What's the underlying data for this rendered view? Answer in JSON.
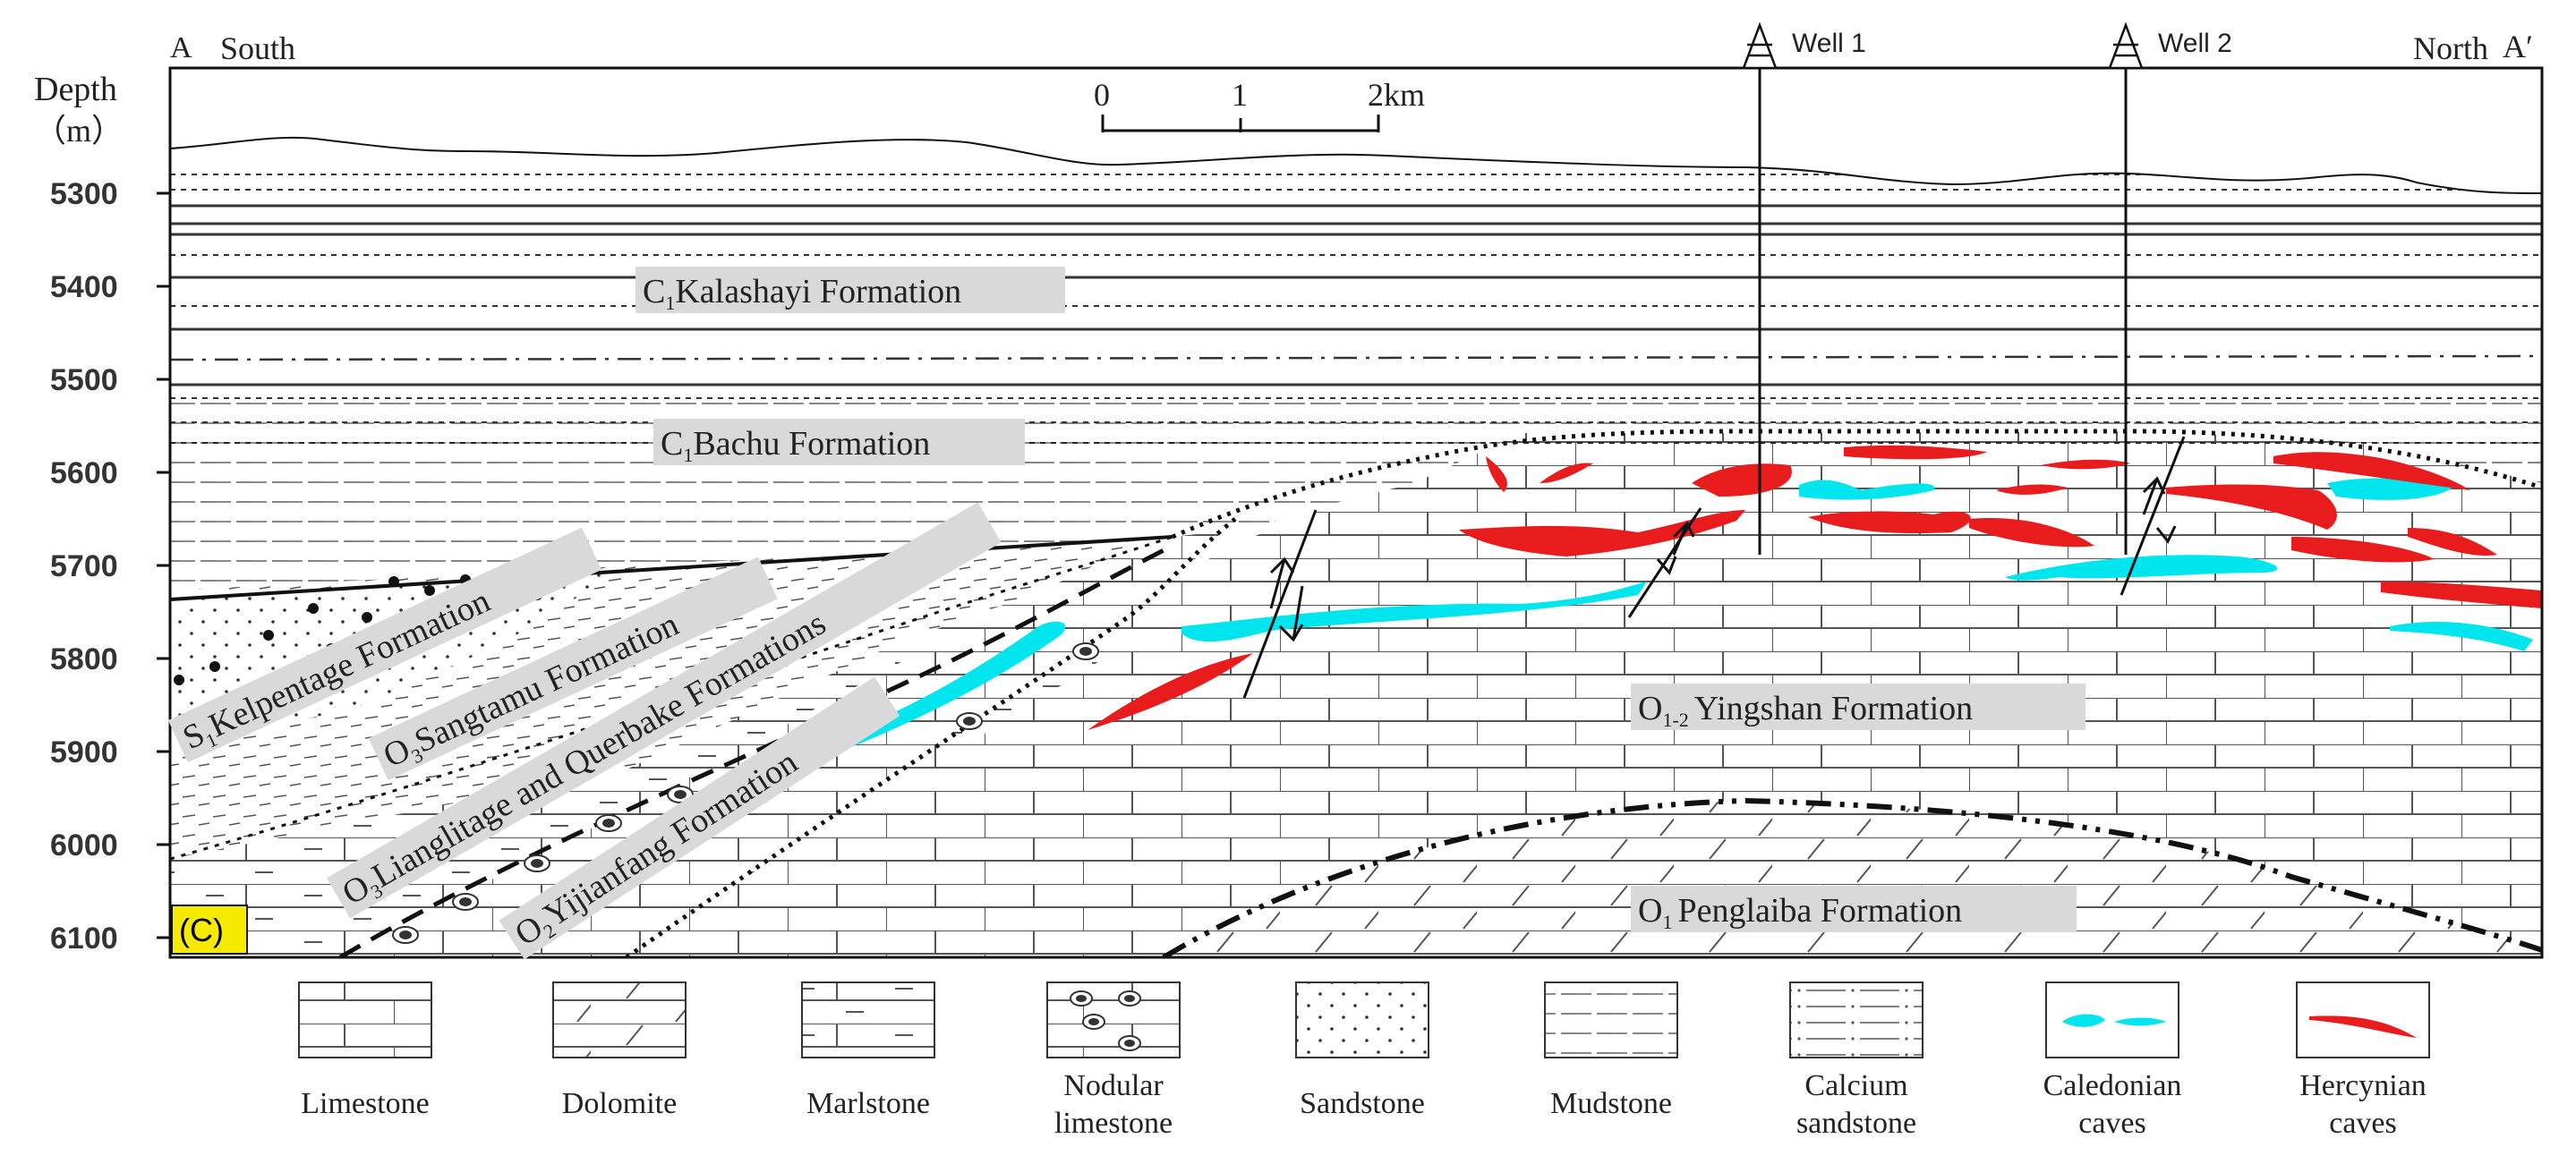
{
  "section": {
    "start_letter": "A",
    "start_side": "South",
    "end_side": "North",
    "end_letter": "A′",
    "panel_tag": "(C)"
  },
  "depth_axis": {
    "title_line1": "Depth",
    "title_line2": "（m）",
    "ticks": [
      "5300",
      "5400",
      "5500",
      "5600",
      "5700",
      "5800",
      "5900",
      "6000",
      "6100"
    ]
  },
  "scale_bar": {
    "labels": [
      "0",
      "1",
      "2km"
    ]
  },
  "wells": [
    {
      "name": "Well 1"
    },
    {
      "name": "Well 2"
    }
  ],
  "formations": {
    "kalashayi": {
      "sym": "C",
      "sub": "1",
      "name": "Kalashayi Formation"
    },
    "bachu": {
      "sym": "C",
      "sub": "1",
      "name": "Bachu Formation"
    },
    "kelpentage": {
      "sym": "S",
      "sub": "1",
      "name": "Kelpentage Formation"
    },
    "sangtamu": {
      "sym": "O",
      "sub": "3",
      "name": "Sangtamu Formation"
    },
    "lianglitage": {
      "sym": "O",
      "sub": "3",
      "name": "Lianglitage and Querbake Formations"
    },
    "yijianfang": {
      "sym": "O",
      "sub": "2",
      "name": "Yijianfang Formation"
    },
    "yingshan": {
      "sym": "O",
      "sub": "1-2",
      "name": "Yingshan Formation"
    },
    "penglaiba": {
      "sym": "O",
      "sub": "1",
      "name": "Penglaiba Formation"
    }
  },
  "legend": [
    {
      "line1": "Limestone",
      "line2": ""
    },
    {
      "line1": "Dolomite",
      "line2": ""
    },
    {
      "line1": "Marlstone",
      "line2": ""
    },
    {
      "line1": "Nodular",
      "line2": "limestone"
    },
    {
      "line1": "Sandstone",
      "line2": ""
    },
    {
      "line1": "Mudstone",
      "line2": ""
    },
    {
      "line1": "Calcium",
      "line2": "sandstone"
    },
    {
      "line1": "Caledonian",
      "line2": "caves"
    },
    {
      "line1": "Hercynian",
      "line2": "caves"
    }
  ],
  "colors": {
    "caledonian_cave": "#00e5ee",
    "hercynian_cave": "#e81c1c",
    "section_letter": "#e8302a",
    "panel_tag_bg": "#f5ea00",
    "label_bg": "#d9d9d9"
  }
}
